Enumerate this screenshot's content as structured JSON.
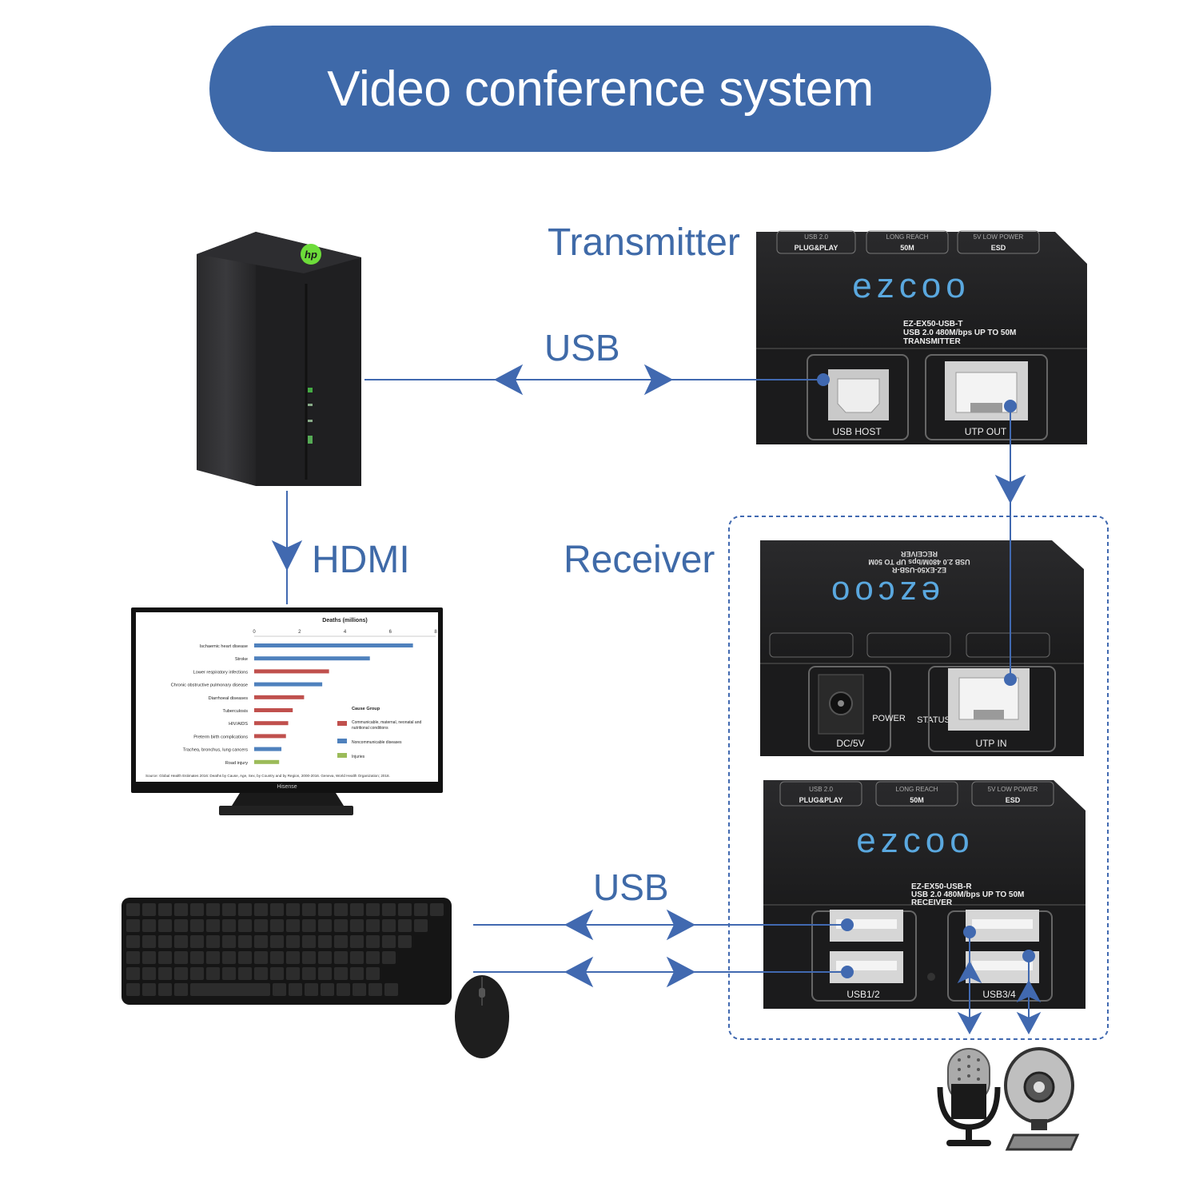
{
  "title": "Video conference system",
  "labels": {
    "transmitter": "Transmitter",
    "receiver": "Receiver",
    "usb_top": "USB",
    "usb_bottom": "USB",
    "hdmi": "HDMI"
  },
  "transmitter_device": {
    "brand": "ezcoo",
    "top_labels": [
      {
        "top": "USB 2.0",
        "bottom": "PLUG&PLAY"
      },
      {
        "top": "LONG REACH",
        "bottom": "50M"
      },
      {
        "top": "5V LOW POWER",
        "bottom": "ESD"
      }
    ],
    "model_lines": [
      "EZ-EX50-USB-T",
      "USB 2.0 480M/bps UP TO 50M",
      "TRANSMITTER"
    ],
    "port_usb": "USB HOST",
    "port_utp": "UTP OUT"
  },
  "receiver_back": {
    "brand": "ezcoo",
    "model_lines": [
      "EZ-EX50-USB-R",
      "USB 2.0 480M/bps UP TO 50M",
      "RECEIVER"
    ],
    "port_dc": "DC/5V",
    "power": "POWER",
    "status": "STATUS",
    "port_utp": "UTP IN"
  },
  "receiver_front": {
    "brand": "ezcoo",
    "top_labels": [
      {
        "top": "USB 2.0",
        "bottom": "PLUG&PLAY"
      },
      {
        "top": "LONG REACH",
        "bottom": "50M"
      },
      {
        "top": "5V LOW POWER",
        "bottom": "ESD"
      }
    ],
    "model_lines": [
      "EZ-EX50-USB-R",
      "USB 2.0 480M/bps UP TO 50M",
      "RECEIVER"
    ],
    "port_a": "USB1/2",
    "port_b": "USB3/4"
  },
  "monitor": {
    "brand": "Hisense",
    "chart_data": {
      "type": "bar",
      "title": "Deaths (millions)",
      "xlim": [
        0,
        8
      ],
      "ticks": [
        0,
        2,
        4,
        6,
        8
      ],
      "categories": [
        "Ischaemic heart disease",
        "Stroke",
        "Lower respiratory infections",
        "Chronic obstructive pulmonary disease",
        "Diarrhoeal diseases",
        "Tuberculosis",
        "HIV/AIDS",
        "Preterm birth complications",
        "Trachea, bronchus, lung cancers",
        "Road injury"
      ],
      "values": [
        7.0,
        5.1,
        3.3,
        3.0,
        2.2,
        1.7,
        1.5,
        1.4,
        1.2,
        1.1
      ],
      "groups": [
        "nc",
        "nc",
        "cm",
        "nc",
        "cm",
        "cm",
        "cm",
        "cm",
        "nc",
        "inj"
      ],
      "legend_title": "Cause Group",
      "legend": [
        {
          "key": "cm",
          "label": "Communicable, maternal, neonatal and nutritional conditions",
          "color": "#c0504d"
        },
        {
          "key": "nc",
          "label": "Noncommunicable diseases",
          "color": "#4f81bd"
        },
        {
          "key": "inj",
          "label": "Injuries",
          "color": "#9bbb59"
        }
      ],
      "source": "Source: Global Health Estimates 2016: Deaths by Cause, Age, Sex, by Country and by Region, 2000-2016. Geneva, World Health Organization; 2018."
    }
  },
  "colors": {
    "accent": "#3e69a9",
    "device": "#1b1b1c",
    "arrow": "#4169b0"
  }
}
